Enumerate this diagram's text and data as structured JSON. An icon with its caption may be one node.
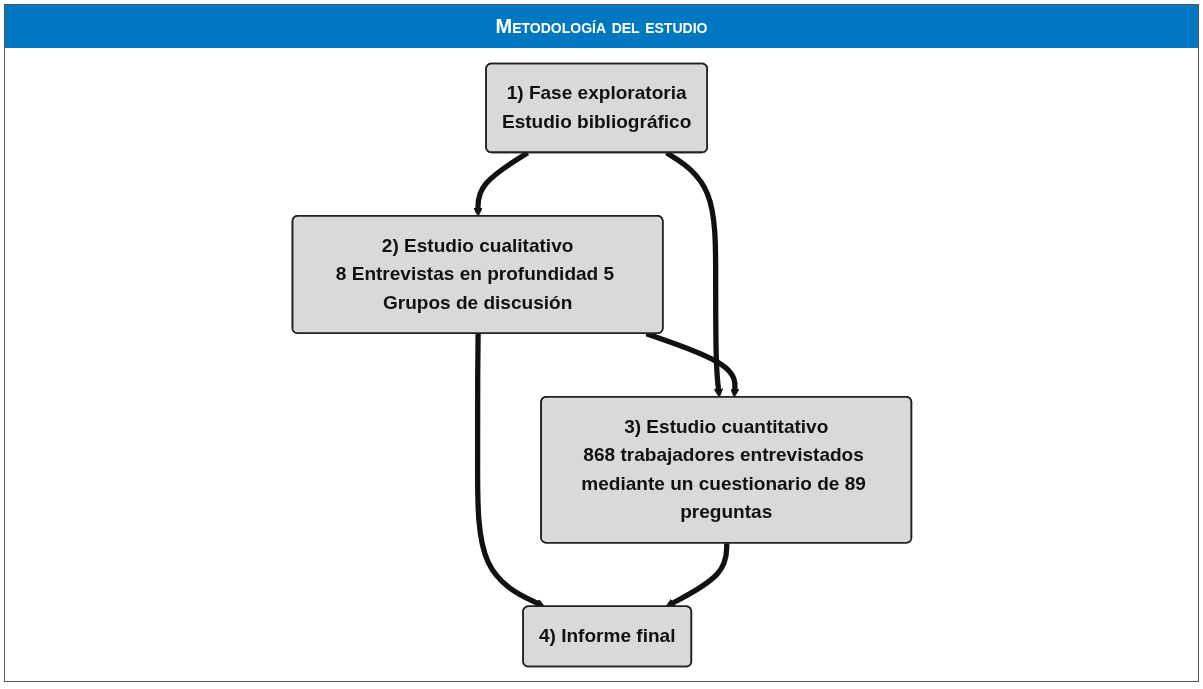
{
  "diagram": {
    "title": "Metodología del estudio",
    "nodes": [
      {
        "text": [
          "1) Fase exploratoria",
          "Estudio bibliográfico"
        ]
      },
      {
        "text": [
          "2) Estudio cualitativo",
          "8 Entrevistas en profundidad 5 Grupos de discusión"
        ]
      },
      {
        "text": [
          "3) Estudio cuantitativo",
          "868 trabajadores entrevistados mediante un cuestionario de 89 preguntas"
        ]
      },
      {
        "text": [
          "4) Informe final"
        ]
      }
    ],
    "edges": [
      {
        "from": 0,
        "to": 1,
        "arrow": "to"
      },
      {
        "from": 0,
        "to": 2,
        "arrow": "to"
      },
      {
        "from": 1,
        "to": 2,
        "arrow": "to"
      },
      {
        "from": 1,
        "to": 3,
        "arrow": "to"
      },
      {
        "from": 2,
        "to": 3,
        "arrow": "to"
      }
    ]
  }
}
